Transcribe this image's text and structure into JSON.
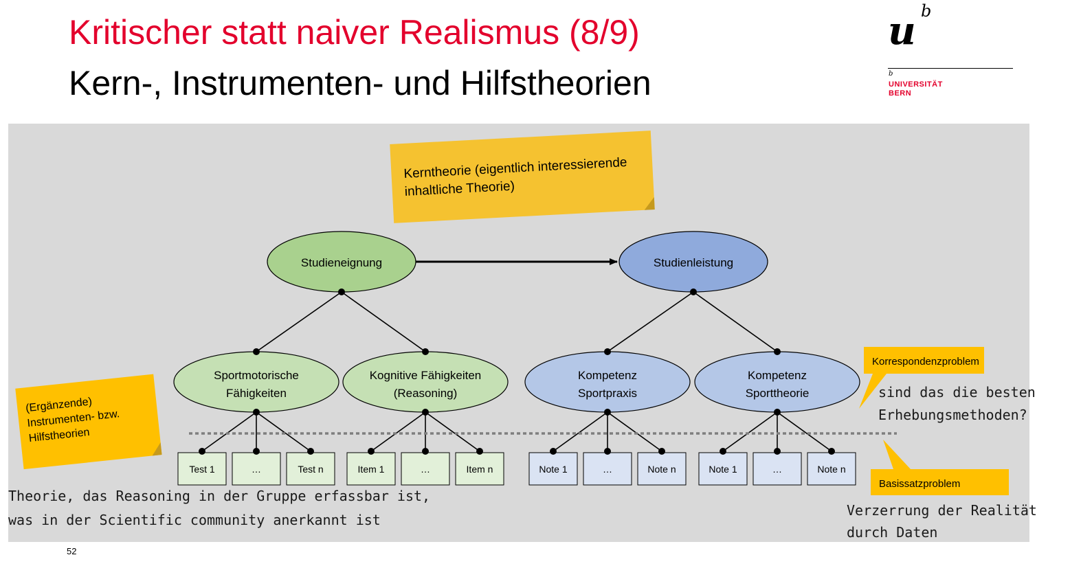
{
  "header": {
    "title": "Kritischer statt naiver Realismus (8/9)",
    "subtitle": "Kern-, Instrumenten- und Hilfstheorien"
  },
  "logo": {
    "mark": "u",
    "superscript": "b",
    "small_b": "b",
    "line1": "UNIVERSITÄT",
    "line2": "BERN"
  },
  "colors": {
    "title_red": "#e3002c",
    "panel_gray": "#d9d9d9",
    "note_yellow": "#f5c230",
    "label_yellow": "#ffc000",
    "green_dark": "#a9d18e",
    "green_light": "#c5e0b4",
    "green_box": "#e2f0d9",
    "blue_dark": "#8faadc",
    "blue_light": "#b4c7e7",
    "blue_box": "#dae3f3"
  },
  "sticky_core": {
    "line1": "Kerntheorie (eigentlich interessierende",
    "line2": "inhaltliche Theorie)"
  },
  "sticky_aux": {
    "line1": "(Ergänzende)",
    "line2": "Instrumenten- bzw.",
    "line3": "Hilfstheorien"
  },
  "nodes": {
    "studieneignung": "Studieneignung",
    "studienleistung": "Studienleistung",
    "sportmotorisch_1": "Sportmotorische",
    "sportmotorisch_2": "Fähigkeiten",
    "kognitiv_1": "Kognitive Fähigkeiten",
    "kognitiv_2": "(Reasoning)",
    "sportpraxis_1": "Kompetenz",
    "sportpraxis_2": "Sportpraxis",
    "sporttheorie_1": "Kompetenz",
    "sporttheorie_2": "Sporttheorie"
  },
  "indicators": [
    "Test 1",
    "…",
    "Test n",
    "Item 1",
    "…",
    "Item n",
    "Note 1",
    "…",
    "Note n",
    "Note 1",
    "…",
    "Note n"
  ],
  "callouts": {
    "korrespondenz": "Korrespondenzproblem",
    "basissatz": "Basissatzproblem"
  },
  "handwriting": {
    "korr_1": "sind das die besten",
    "korr_2": "Erhebungsmethoden?",
    "theorie_1": "Theorie, das Reasoning in der Gruppe erfassbar ist,",
    "theorie_2": "was in der Scientific community anerkannt ist",
    "verz_1": "Verzerrung der Realität",
    "verz_2": "durch Daten"
  },
  "page_number": "52"
}
